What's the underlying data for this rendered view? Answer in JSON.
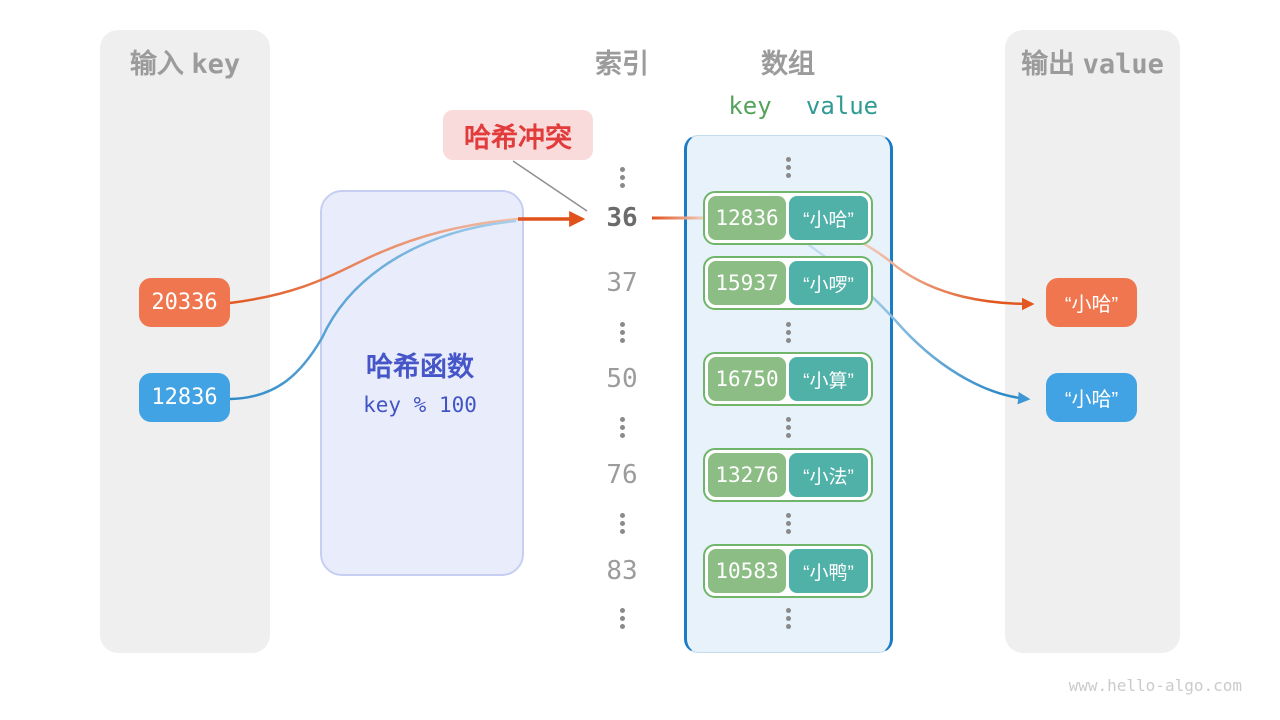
{
  "diagram": {
    "watermark": "www.hello-algo.com",
    "collision_label": "哈希冲突",
    "input_panel": {
      "title_zh": "输入",
      "title_en": "key",
      "items": [
        {
          "value": "20336",
          "color": "#F0764F"
        },
        {
          "value": "12836",
          "color": "#41A3E4"
        }
      ]
    },
    "hash_function": {
      "title": "哈希函数",
      "formula": "key % 100"
    },
    "index_column": {
      "title": "索引",
      "rows": [
        {
          "type": "dots"
        },
        {
          "type": "value",
          "label": "36",
          "highlight": true
        },
        {
          "type": "value",
          "label": "37"
        },
        {
          "type": "dots"
        },
        {
          "type": "value",
          "label": "50"
        },
        {
          "type": "dots"
        },
        {
          "type": "value",
          "label": "76"
        },
        {
          "type": "dots"
        },
        {
          "type": "value",
          "label": "83"
        },
        {
          "type": "dots"
        }
      ]
    },
    "array_panel": {
      "title": "数组",
      "key_header": "key",
      "value_header": "value",
      "rows": [
        {
          "type": "dots"
        },
        {
          "type": "pair",
          "key": "12836",
          "value": "“小哈”"
        },
        {
          "type": "pair",
          "key": "15937",
          "value": "“小啰”"
        },
        {
          "type": "dots"
        },
        {
          "type": "pair",
          "key": "16750",
          "value": "“小算”"
        },
        {
          "type": "dots"
        },
        {
          "type": "pair",
          "key": "13276",
          "value": "“小法”"
        },
        {
          "type": "dots"
        },
        {
          "type": "pair",
          "key": "10583",
          "value": "“小鸭”"
        },
        {
          "type": "dots"
        }
      ]
    },
    "output_panel": {
      "title_zh": "输出",
      "title_en": "value",
      "items": [
        {
          "value": "“小哈”",
          "color": "#F0764F"
        },
        {
          "value": "“小哈”",
          "color": "#41A3E4"
        }
      ]
    },
    "colors": {
      "orange": "#F0764F",
      "blue": "#41A3E4",
      "green_key_box": "#8CBD84",
      "teal_value_box": "#4FB1A7",
      "pair_border": "#70B569",
      "array_border": "#1B7CC6",
      "collision_red": "#E23B3B",
      "collision_bg": "#F9DBDB",
      "hash_text": "#4656C8",
      "arrow_orange": "#E0521C",
      "arrow_blue": "#2E8AC8"
    }
  }
}
